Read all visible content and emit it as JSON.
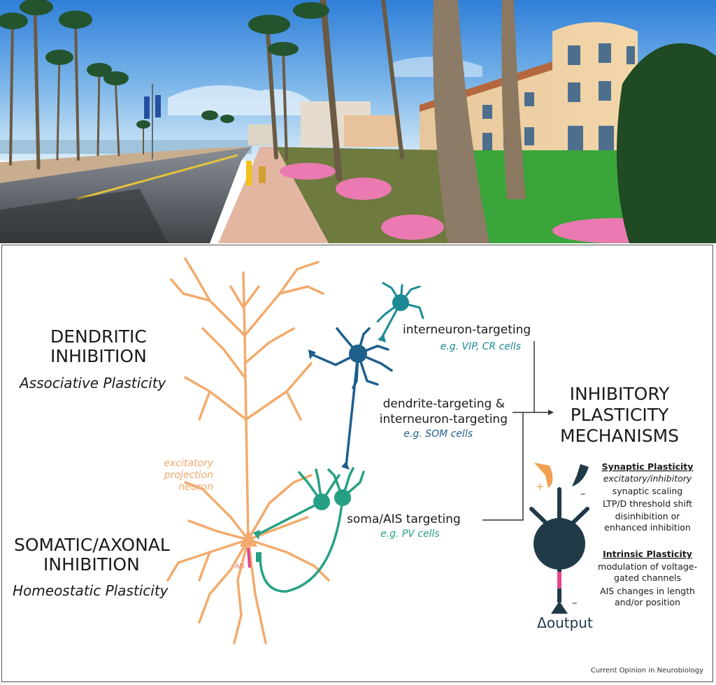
{
  "photo": {
    "scene": "campus-promenade-with-palm-trees"
  },
  "diagram": {
    "left_labels": {
      "dendritic_line1": "DENDRITIC",
      "dendritic_line2": "INHIBITION",
      "dendritic_sub": "Associative Plasticity",
      "somatic_line1": "SOMATIC/AXONAL",
      "somatic_line2": "INHIBITION",
      "somatic_sub": "Homeostatic Plasticity"
    },
    "neuron_labels": {
      "excitatory_line1": "excitatory",
      "excitatory_line2": "projection",
      "excitatory_line3": "neuron",
      "ais": "AIS"
    },
    "targets": {
      "interneuron": "interneuron-targeting",
      "interneuron_eg": "e.g. VIP, CR cells",
      "dendrite_line1": "dendrite-targeting &",
      "dendrite_line2": "interneuron-targeting",
      "dendrite_eg": "e.g. SOM cells",
      "soma": "soma/AIS targeting",
      "soma_eg": "e.g. PV cells"
    },
    "mechanisms": {
      "title_line1": "INHIBITORY",
      "title_line2": "PLASTICITY",
      "title_line3": "MECHANISMS"
    },
    "synaptic": {
      "heading": "Synaptic Plasticity",
      "sub": "excitatory/inhibitory",
      "items": [
        "synaptic scaling",
        "LTP/D threshold shift",
        "disinhibition or",
        "enhanced inhibition"
      ]
    },
    "intrinsic": {
      "heading": "Intrinsic Plasticity",
      "items": [
        "modulation of voltage-",
        "gated channels",
        "AIS changes in length",
        "and/or position"
      ]
    },
    "signs": {
      "plus": "+",
      "minus_top": "–",
      "minus_bottom": "–"
    },
    "output_label": "Δoutput",
    "credit": "Current Opinion in Neurobiology",
    "colors": {
      "excitatory": "#f2ab6d",
      "excitatory_text": "#f0a868",
      "vip_cell": "#1a8a94",
      "som_cell": "#1e5f8c",
      "pv_cell": "#26a085",
      "dark_neuron": "#213a48",
      "ais_pink": "#e2468a",
      "ais_text": "#e06a6a",
      "text": "#1a1a1a"
    }
  }
}
